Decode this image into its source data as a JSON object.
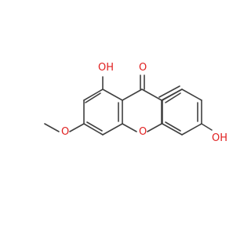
{
  "structure": {
    "labels": {
      "hydroxyl_top": "OH",
      "carbonyl_o": "O",
      "ring_o": "O",
      "methoxy_o": "O",
      "hydroxyl_right": "OH"
    },
    "colors": {
      "bond": "#404040",
      "oxygen": "#e02020"
    }
  }
}
